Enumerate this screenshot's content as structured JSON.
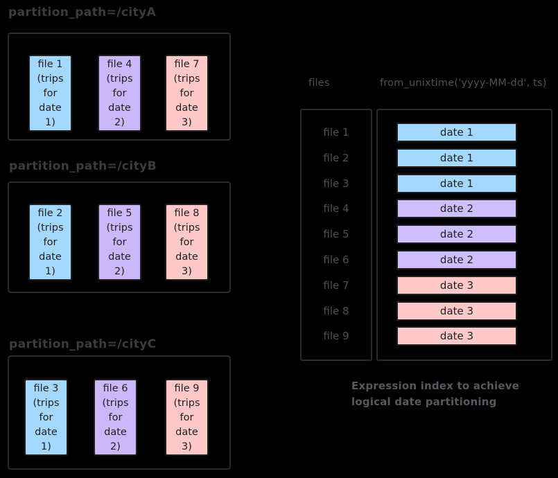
{
  "palette": {
    "background": "#000000",
    "ink": "#1e1e1e",
    "container_border": "#2b2b2b",
    "title_color": "#383d43",
    "label_color": "#4c5258",
    "caption_color": "#545a61",
    "blue": "#a5d8ff",
    "violet": "#cbb8fa",
    "pink": "#ffc9c9"
  },
  "partitions": [
    {
      "title": "partition_path=/cityA",
      "files": [
        {
          "text": "file 1\n(trips\nfor\ndate\n1)",
          "fill": "#a5d8ff"
        },
        {
          "text": "file 4\n(trips\nfor\ndate\n2)",
          "fill": "#cbb8fa"
        },
        {
          "text": "file 7\n(trips\nfor\ndate\n3)",
          "fill": "#ffc9c9"
        }
      ]
    },
    {
      "title": "partition_path=/cityB",
      "files": [
        {
          "text": "file 2\n(trips\nfor\ndate\n1)",
          "fill": "#a5d8ff"
        },
        {
          "text": "file 5\n(trips\nfor\ndate\n2)",
          "fill": "#cbb8fa"
        },
        {
          "text": "file 8\n(trips\nfor\ndate\n3)",
          "fill": "#ffc9c9"
        }
      ]
    },
    {
      "title": "partition_path=/cityC",
      "files": [
        {
          "text": "file 3\n(trips\nfor\ndate\n1)",
          "fill": "#a5d8ff"
        },
        {
          "text": "file 6\n(trips\nfor\ndate\n2)",
          "fill": "#cbb8fa"
        },
        {
          "text": "file 9\n(trips\nfor\ndate\n3)",
          "fill": "#ffc9c9"
        }
      ]
    }
  ],
  "index_table": {
    "files_header": "files",
    "expression_header": "from_unixtime('yyyy-MM-dd', ts)",
    "rows": [
      {
        "file": "file 1",
        "date": "date 1",
        "fill": "#a5d8ff"
      },
      {
        "file": "file 2",
        "date": "date 1",
        "fill": "#a5d8ff"
      },
      {
        "file": "file 3",
        "date": "date 1",
        "fill": "#a5d8ff"
      },
      {
        "file": "file 4",
        "date": "date 2",
        "fill": "#d0bfff"
      },
      {
        "file": "file 5",
        "date": "date 2",
        "fill": "#d0bfff"
      },
      {
        "file": "file 6",
        "date": "date 2",
        "fill": "#d0bfff"
      },
      {
        "file": "file 7",
        "date": "date 3",
        "fill": "#ffc9c9"
      },
      {
        "file": "file 8",
        "date": "date 3",
        "fill": "#ffc9c9"
      },
      {
        "file": "file 9",
        "date": "date 3",
        "fill": "#ffc9c9"
      }
    ]
  },
  "caption": "Expression index to achieve\nlogical date partitioning"
}
